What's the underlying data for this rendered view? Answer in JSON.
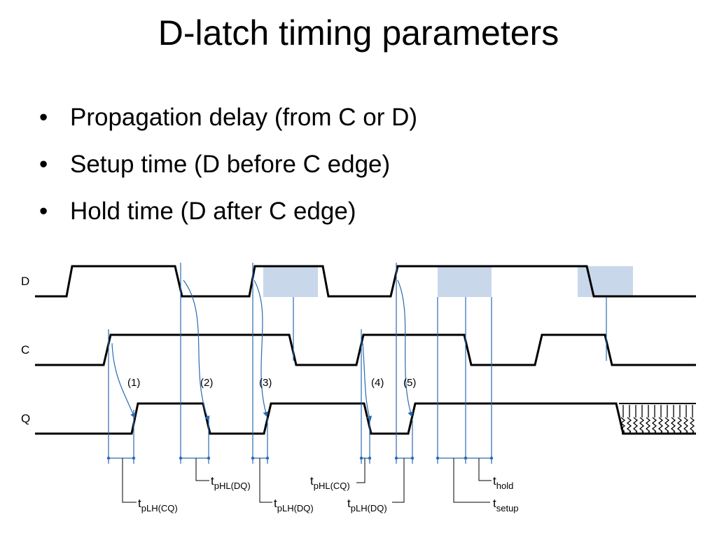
{
  "title": "D-latch timing parameters",
  "bullets": [
    "Propagation delay (from C or D)",
    "Setup time (D before C edge)",
    "Hold time (D after C edge)"
  ],
  "bullet_marker": "•",
  "diagram": {
    "signals": [
      "D",
      "C",
      "Q"
    ],
    "event_labels": [
      "(1)",
      "(2)",
      "(3)",
      "(4)",
      "(5)"
    ],
    "param_labels": {
      "tplh_cq": {
        "main": "t",
        "sub": "pLH(CQ)"
      },
      "tphl_dq": {
        "main": "t",
        "sub": "pHL(DQ)"
      },
      "tplh_dq_1": {
        "main": "t",
        "sub": "pLH(DQ)"
      },
      "tphl_cq": {
        "main": "t",
        "sub": "pHL(CQ)"
      },
      "tplh_dq_2": {
        "main": "t",
        "sub": "pLH(DQ)"
      },
      "thold": {
        "main": "t",
        "sub": "hold"
      },
      "tsetup": {
        "main": "t",
        "sub": "setup"
      }
    },
    "colors": {
      "waveform": "#000000",
      "timing_line": "#2a6ab0",
      "shaded_window": "#c9d7ea"
    }
  }
}
